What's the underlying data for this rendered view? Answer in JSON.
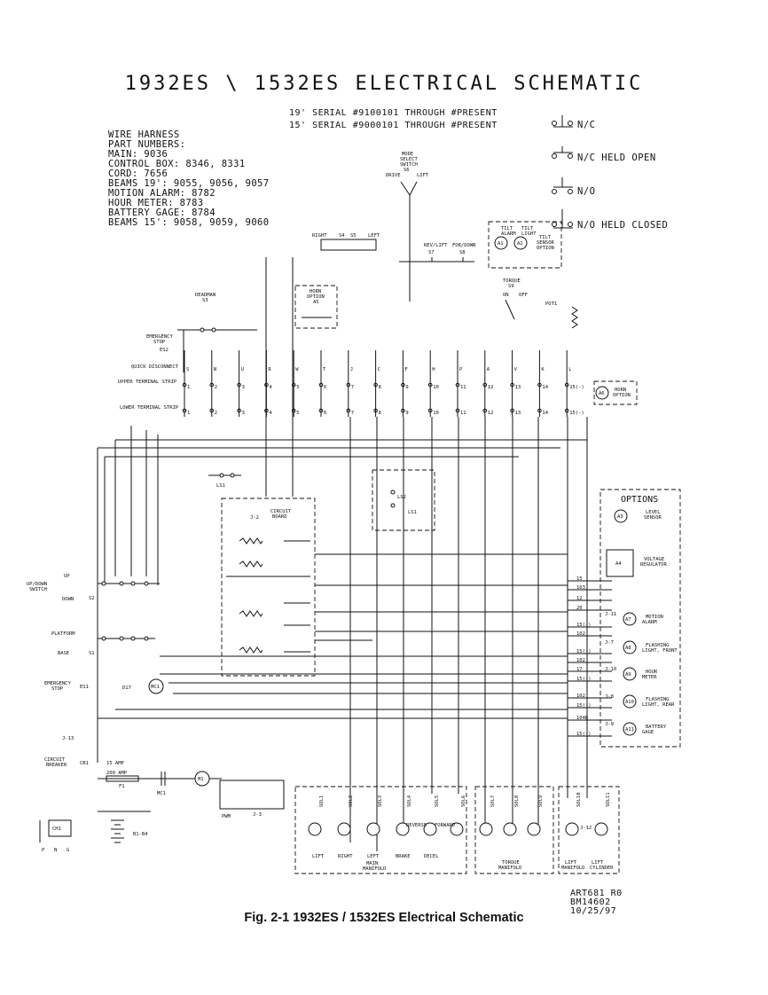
{
  "title": "1932ES \\ 1532ES ELECTRICAL SCHEMATIC",
  "serials": [
    "19' SERIAL #9100101 THROUGH #PRESENT",
    "15' SERIAL #9000101 THROUGH #PRESENT"
  ],
  "wire_harness": [
    "WIRE HARNESS",
    "PART NUMBERS:",
    "MAIN: 9036",
    "CONTROL BOX: 8346, 8331",
    "CORD: 7656",
    "BEAMS 19': 9055, 9056, 9057",
    "MOTION ALARM: 8782",
    "HOUR METER: 8783",
    "BATTERY GAGE: 8784",
    "BEAMS 15': 9058, 9059, 9060"
  ],
  "legend": [
    {
      "symbol": "nc",
      "label": "N/C"
    },
    {
      "symbol": "nc-held-open",
      "label": "N/C HELD OPEN"
    },
    {
      "symbol": "no",
      "label": "N/O"
    },
    {
      "symbol": "no-held-closed",
      "label": "N/O HELD CLOSED"
    }
  ],
  "labels": {
    "mode_select": [
      "MODE",
      "SELECT",
      "SWITCH",
      "S6"
    ],
    "drive": "DRIVE",
    "lift": "LIFT",
    "right": "RIGHT",
    "left": "LEFT",
    "s4": "S4",
    "s5": "S5",
    "rev_lift": "REV/LIFT",
    "s7": "S7",
    "for_down": "FOR/DOWN",
    "s8": "S8",
    "tilt_alarm": [
      "TILT",
      "ALARM"
    ],
    "tilt_light": [
      "TILT",
      "LIGHT"
    ],
    "tilt_sensor": [
      "TILT",
      "SENSOR",
      "OPTION"
    ],
    "a1": "A1",
    "a2": "A2",
    "horn_option": [
      "HORN",
      "OPTION",
      "A5"
    ],
    "deadman": [
      "DEADMAN",
      "S3"
    ],
    "torque": [
      "TORQUE",
      "S9"
    ],
    "on": "ON",
    "off": "OFF",
    "pot1": "POT1",
    "emergency_stop_top": [
      "EMERGENCY",
      "STOP"
    ],
    "es2": "ES2",
    "quick_disconnect": "QUICK DISCONNECT",
    "upper_strip": "UPPER TERMINAL STRIP",
    "lower_strip": "LOWER TERMINAL STRIP",
    "a6": "A6",
    "horn_option_right": [
      "HORN",
      "OPTION"
    ],
    "ls1": "LS1",
    "ls2": "LS2",
    "j2": "J-2",
    "circuit_board": [
      "CIRCUIT",
      "BOARD"
    ],
    "up_down_switch": [
      "UP/DOWN",
      "SWITCH"
    ],
    "up": "UP",
    "down": "DOWN",
    "s2": "S2",
    "platform": "PLATFORM",
    "base": "BASE",
    "s1": "S1",
    "emergency_stop_bottom": [
      "EMERGENCY",
      "STOP"
    ],
    "es1": "ES1",
    "d17": "D17",
    "mc1": "MC1",
    "circuit_breaker": [
      "CIRCUIT",
      "BREAKER"
    ],
    "cb1": "CB1",
    "amp15": "15 AMP",
    "amp200": "200 AMP",
    "f1": "F1",
    "m1": "M1",
    "pwm": "PWM",
    "ch1": "CH1",
    "b1_b4": "B1-B4",
    "png": [
      "P",
      "N",
      "G"
    ],
    "j13": "J-13",
    "j3": "J-3",
    "options": "OPTIONS",
    "a3": "A3",
    "level_sensor": [
      "LEVEL",
      "SENSOR"
    ],
    "a4": "A4",
    "voltage_regulator": [
      "VOLTAGE",
      "REGULATOR"
    ],
    "a7": "A7",
    "motion_alarm": [
      "MOTION",
      "ALARM"
    ],
    "j11": "J-11",
    "a8": "A8",
    "flashing_front": [
      "FLASHING",
      "LIGHT, FRONT"
    ],
    "j7": "J-7",
    "a9": "A9",
    "hour_meter": [
      "HOUR",
      "METER"
    ],
    "j10": "J-10",
    "a10": "A10",
    "flashing_rear": [
      "FLASHING",
      "LIGHT, REAR"
    ],
    "j8": "J-8",
    "a11": "A11",
    "battery_gage": [
      "BATTERY",
      "GAGE"
    ],
    "j9": "J-9",
    "main_manifold_items": [
      "LIFT",
      "RIGHT",
      "LEFT",
      "BRAKE",
      "DECEL"
    ],
    "main_manifold": [
      "MAIN",
      "MANIFOLD"
    ],
    "reverse": "REVERSE",
    "forward": "FORWARD",
    "torque_manifold": [
      "TORQUE",
      "MANIFOLD"
    ],
    "lift_manifold": [
      "LIFT",
      "MANIFOLD"
    ],
    "lift_cylinder": [
      "LIFT",
      "CYLINDER"
    ],
    "j12": "J-12",
    "solenoids": [
      "SOL1",
      "SOL2",
      "SOL3",
      "SOL4",
      "SOL5",
      "SOL6",
      "SOL7",
      "SOL8",
      "SOL9",
      "SOL10",
      "SOL11"
    ]
  },
  "upper_terminals": [
    "1",
    "2",
    "3",
    "4",
    "5",
    "6",
    "7",
    "8",
    "9",
    "10",
    "11",
    "12",
    "13",
    "14",
    "15(-)"
  ],
  "lower_terminals": [
    "1",
    "2",
    "3",
    "4",
    "5",
    "6",
    "7",
    "8",
    "9",
    "10",
    "11",
    "12",
    "13",
    "14",
    "15(-)"
  ],
  "quick_disconnect_letters": [
    "S",
    "N",
    "U",
    "R",
    "W",
    "T",
    "J",
    "C",
    "F",
    "H",
    "P",
    "A",
    "V",
    "K",
    "L"
  ],
  "option_wires": [
    "15",
    "103",
    "12",
    "20",
    "15(-)",
    "102",
    "15(-)",
    "102",
    "17",
    "15(-)",
    "102",
    "15(-)",
    "104B",
    "15(-)"
  ],
  "art_ref": [
    "ART681 R0",
    "BM14602",
    "10/25/97"
  ],
  "caption": "Fig. 2-1  1932ES / 1532ES Electrical Schematic"
}
